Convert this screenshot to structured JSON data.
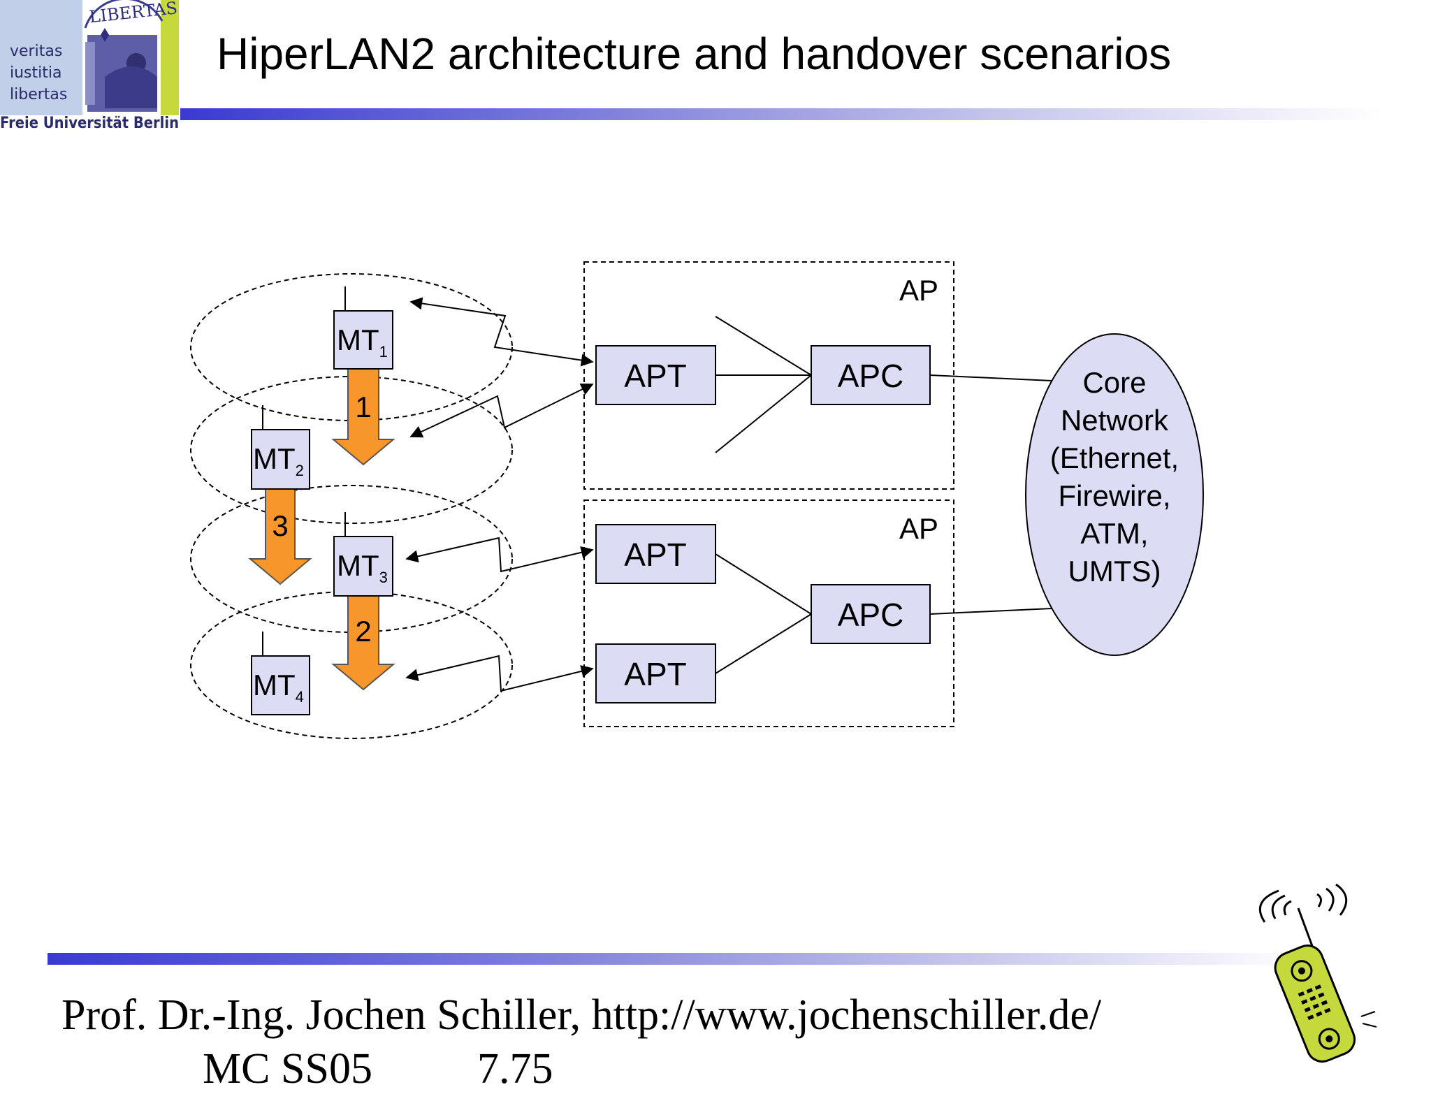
{
  "header": {
    "title": "HiperLAN2 architecture and handover scenarios",
    "logo": {
      "motto": [
        "veritas",
        "iustitia",
        "libertas"
      ],
      "seal_text": "LIBERTAS",
      "university": "Freie Universität Berlin"
    }
  },
  "diagram": {
    "terminals": [
      {
        "name": "MT",
        "sub": "1"
      },
      {
        "name": "MT",
        "sub": "2"
      },
      {
        "name": "MT",
        "sub": "3"
      },
      {
        "name": "MT",
        "sub": "4"
      }
    ],
    "handovers": [
      "1",
      "2",
      "3"
    ],
    "access_points": [
      {
        "label": "AP",
        "apts": [
          "APT"
        ],
        "apc": "APC"
      },
      {
        "label": "AP",
        "apts": [
          "APT",
          "APT"
        ],
        "apc": "APC"
      }
    ],
    "core_network": [
      "Core",
      "Network",
      "(Ethernet,",
      "Firewire,",
      "ATM,",
      "UMTS)"
    ]
  },
  "footer": {
    "author": "Prof. Dr.-Ing. Jochen Schiller, http://www.jochenschiller.de/",
    "course": "MC SS05",
    "page": "7.75"
  },
  "colors": {
    "box_fill": "#dcdcf5",
    "arrow_fill": "#f7962b",
    "bar_start": "#3a3ad0",
    "logo_green": "#c5d93c"
  }
}
